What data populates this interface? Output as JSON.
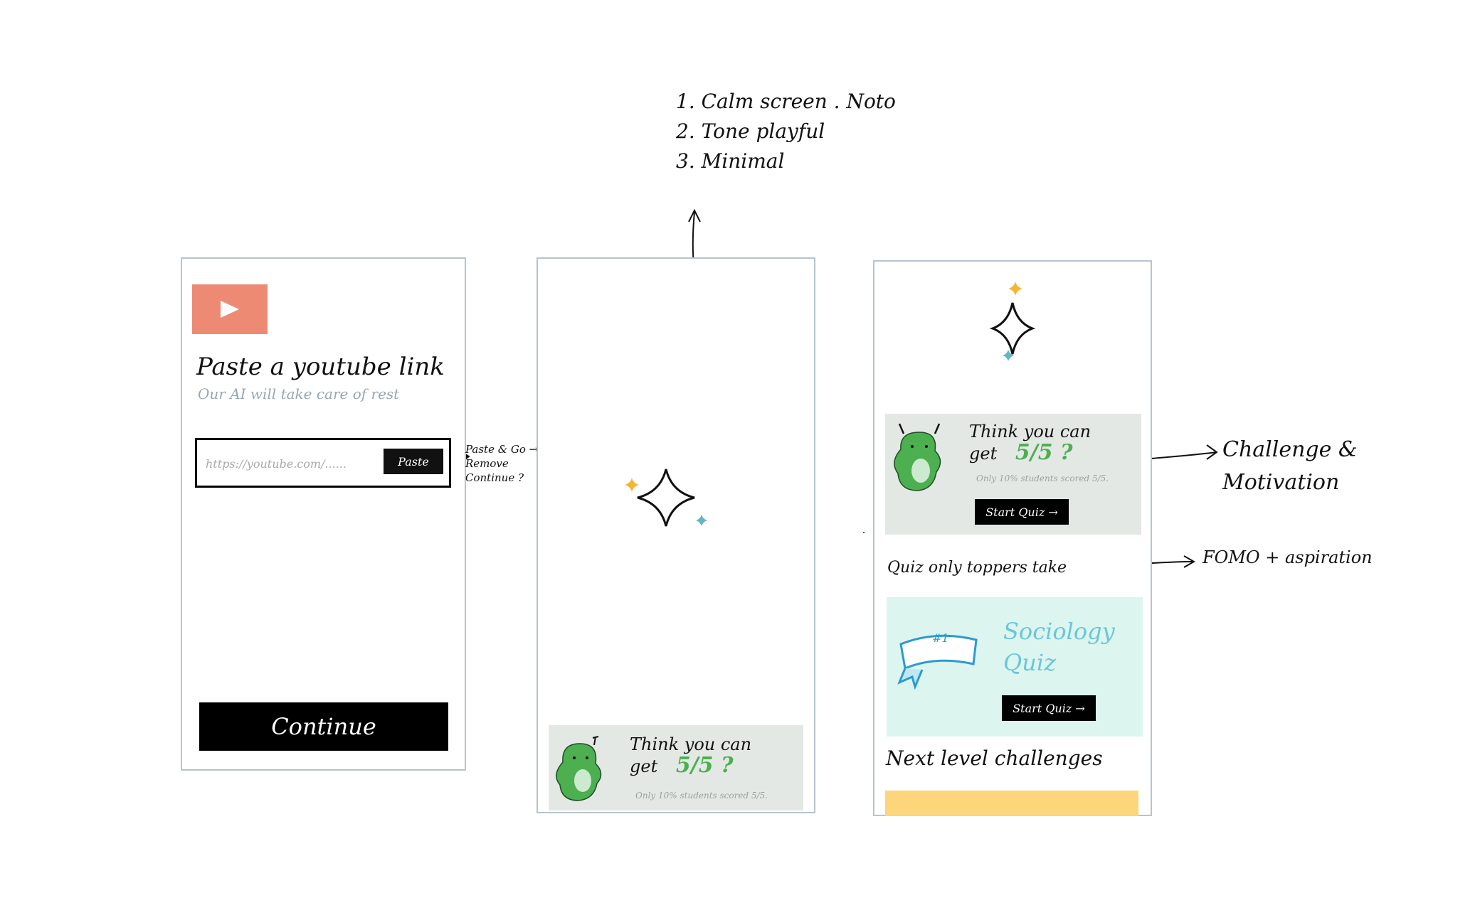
{
  "notes": {
    "items": [
      "1. Calm screen . Noto",
      "2. Tone playful",
      "3. Minimal"
    ]
  },
  "frame1": {
    "title": "Paste a youtube link",
    "subtitle": "Our AI will take care of rest",
    "url_placeholder": "https://youtube.com/......",
    "paste_label": "Paste",
    "continue_label": "Continue"
  },
  "paste_note": [
    "Paste & Go →",
    "Remove",
    "Continue ?"
  ],
  "frame2": {
    "card": {
      "line1": "Think you can",
      "line2": "get",
      "score": "5/5 ?",
      "sub": "Only 10% students scored 5/5."
    }
  },
  "frame3": {
    "card1": {
      "line1": "Think you can",
      "line2": "get",
      "score": "5/5 ?",
      "sub": "Only 10% students scored 5/5.",
      "button": "Start Quiz →"
    },
    "toppers_label": "Quiz only toppers take",
    "soc_card": {
      "badge": "#1",
      "title_line1": "Sociology",
      "title_line2": "Quiz",
      "button": "Start Quiz →"
    },
    "next_level": "Next level challenges"
  },
  "annotations": {
    "challenge_line1": "Challenge &",
    "challenge_line2": "Motivation",
    "fomo": "FOMO + aspiration"
  },
  "colors": {
    "youtube_tile": "#ec8a74",
    "sparkle_yellow": "#f3b534",
    "sparkle_teal": "#5fb8c2",
    "mascot_green": "#4caf50",
    "card_grey": "#e4e8e5",
    "sociology_card": "#dcf5ef",
    "yellow_bar": "#fdd57a"
  }
}
